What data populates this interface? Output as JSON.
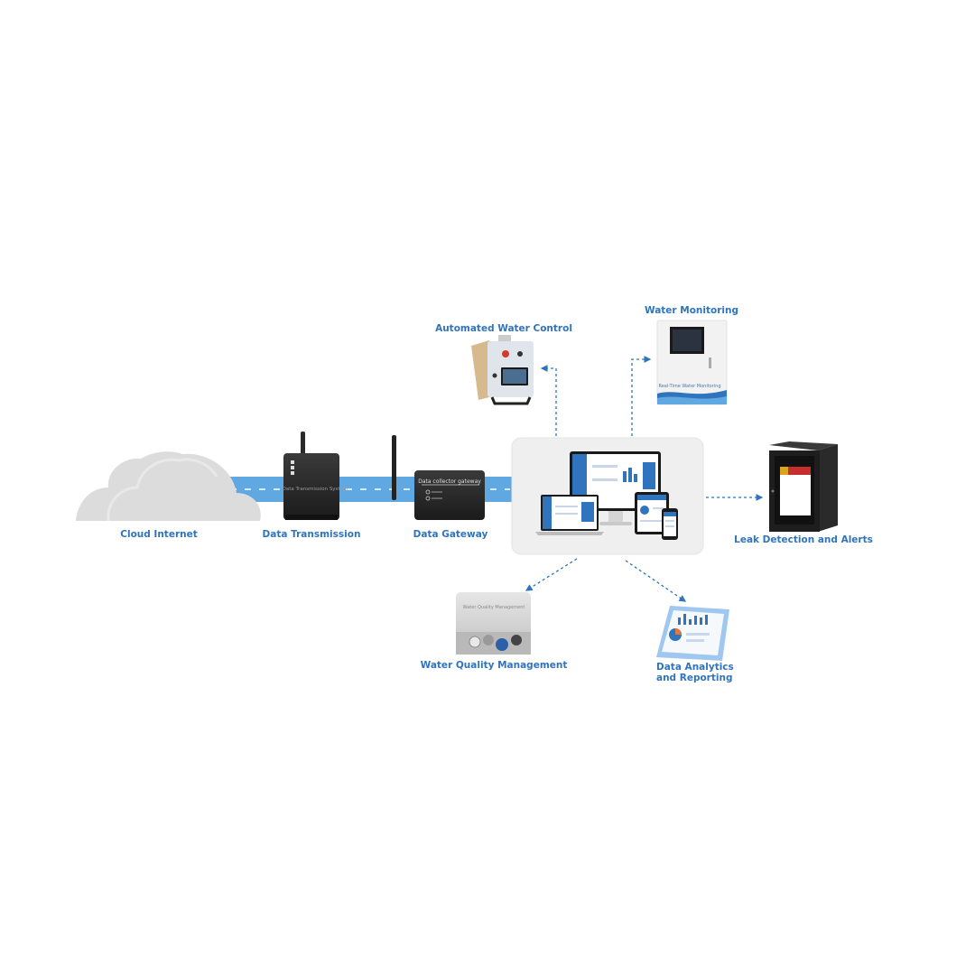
{
  "labels": {
    "cloud_internet": "Cloud Internet",
    "data_transmission": "Data Transmission",
    "data_gateway": "Data Gateway",
    "automated_water_control": "Automated Water Control",
    "water_monitoring": "Water Monitoring",
    "leak_detection": "Leak Detection and Alerts",
    "water_quality": "Water Quality Management",
    "data_analytics_line1": "Data Analytics",
    "data_analytics_line2": "and Reporting"
  },
  "device_text": {
    "transmission_box": "Data Transmission System",
    "gateway_box": "Data collector gateway",
    "monitoring_panel": "Real-Time Water Monitoring",
    "quality_box": "Water Quality Management"
  },
  "icons": {
    "cloud": "cloud-icon",
    "transmitter": "transmitter-device-icon",
    "gateway": "gateway-device-icon",
    "dashboard": "multi-device-dashboard-icon",
    "control_panel": "control-panel-icon",
    "monitoring_panel": "monitoring-panel-icon",
    "leak_cabinet": "alarm-cabinet-icon",
    "quality_box": "sensor-box-icon",
    "analytics": "report-chart-icon"
  },
  "colors": {
    "accent": "#2f74bd",
    "pipe": "#5fa8e2",
    "cloud": "#d8d8d8",
    "hub_bg": "#efeff0"
  }
}
